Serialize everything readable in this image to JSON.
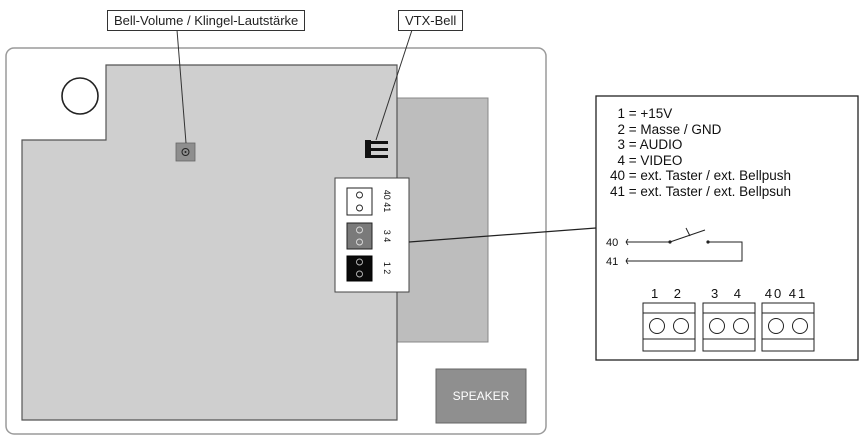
{
  "callouts": {
    "bell_volume": "Bell-Volume / Klingel-Lautstärke",
    "vtx_bell": "VTX-Bell"
  },
  "board": {
    "terminal_labels": [
      "40 41",
      "3 4",
      "1 2"
    ],
    "speaker_label": "SPEAKER"
  },
  "pinout": {
    "lines": [
      {
        "pin": "1",
        "desc": "+15V"
      },
      {
        "pin": "2",
        "desc": "Masse / GND"
      },
      {
        "pin": "3",
        "desc": "AUDIO"
      },
      {
        "pin": "4",
        "desc": "VIDEO"
      },
      {
        "pin": "40",
        "desc": "ext. Taster / ext. Bellpush"
      },
      {
        "pin": "41",
        "desc": "ext. Taster / ext. Bellpsuh"
      }
    ],
    "switch_labels": {
      "top": "40",
      "bottom": "41"
    },
    "connector_labels": [
      "1 2",
      "3 4",
      "40 41"
    ]
  }
}
